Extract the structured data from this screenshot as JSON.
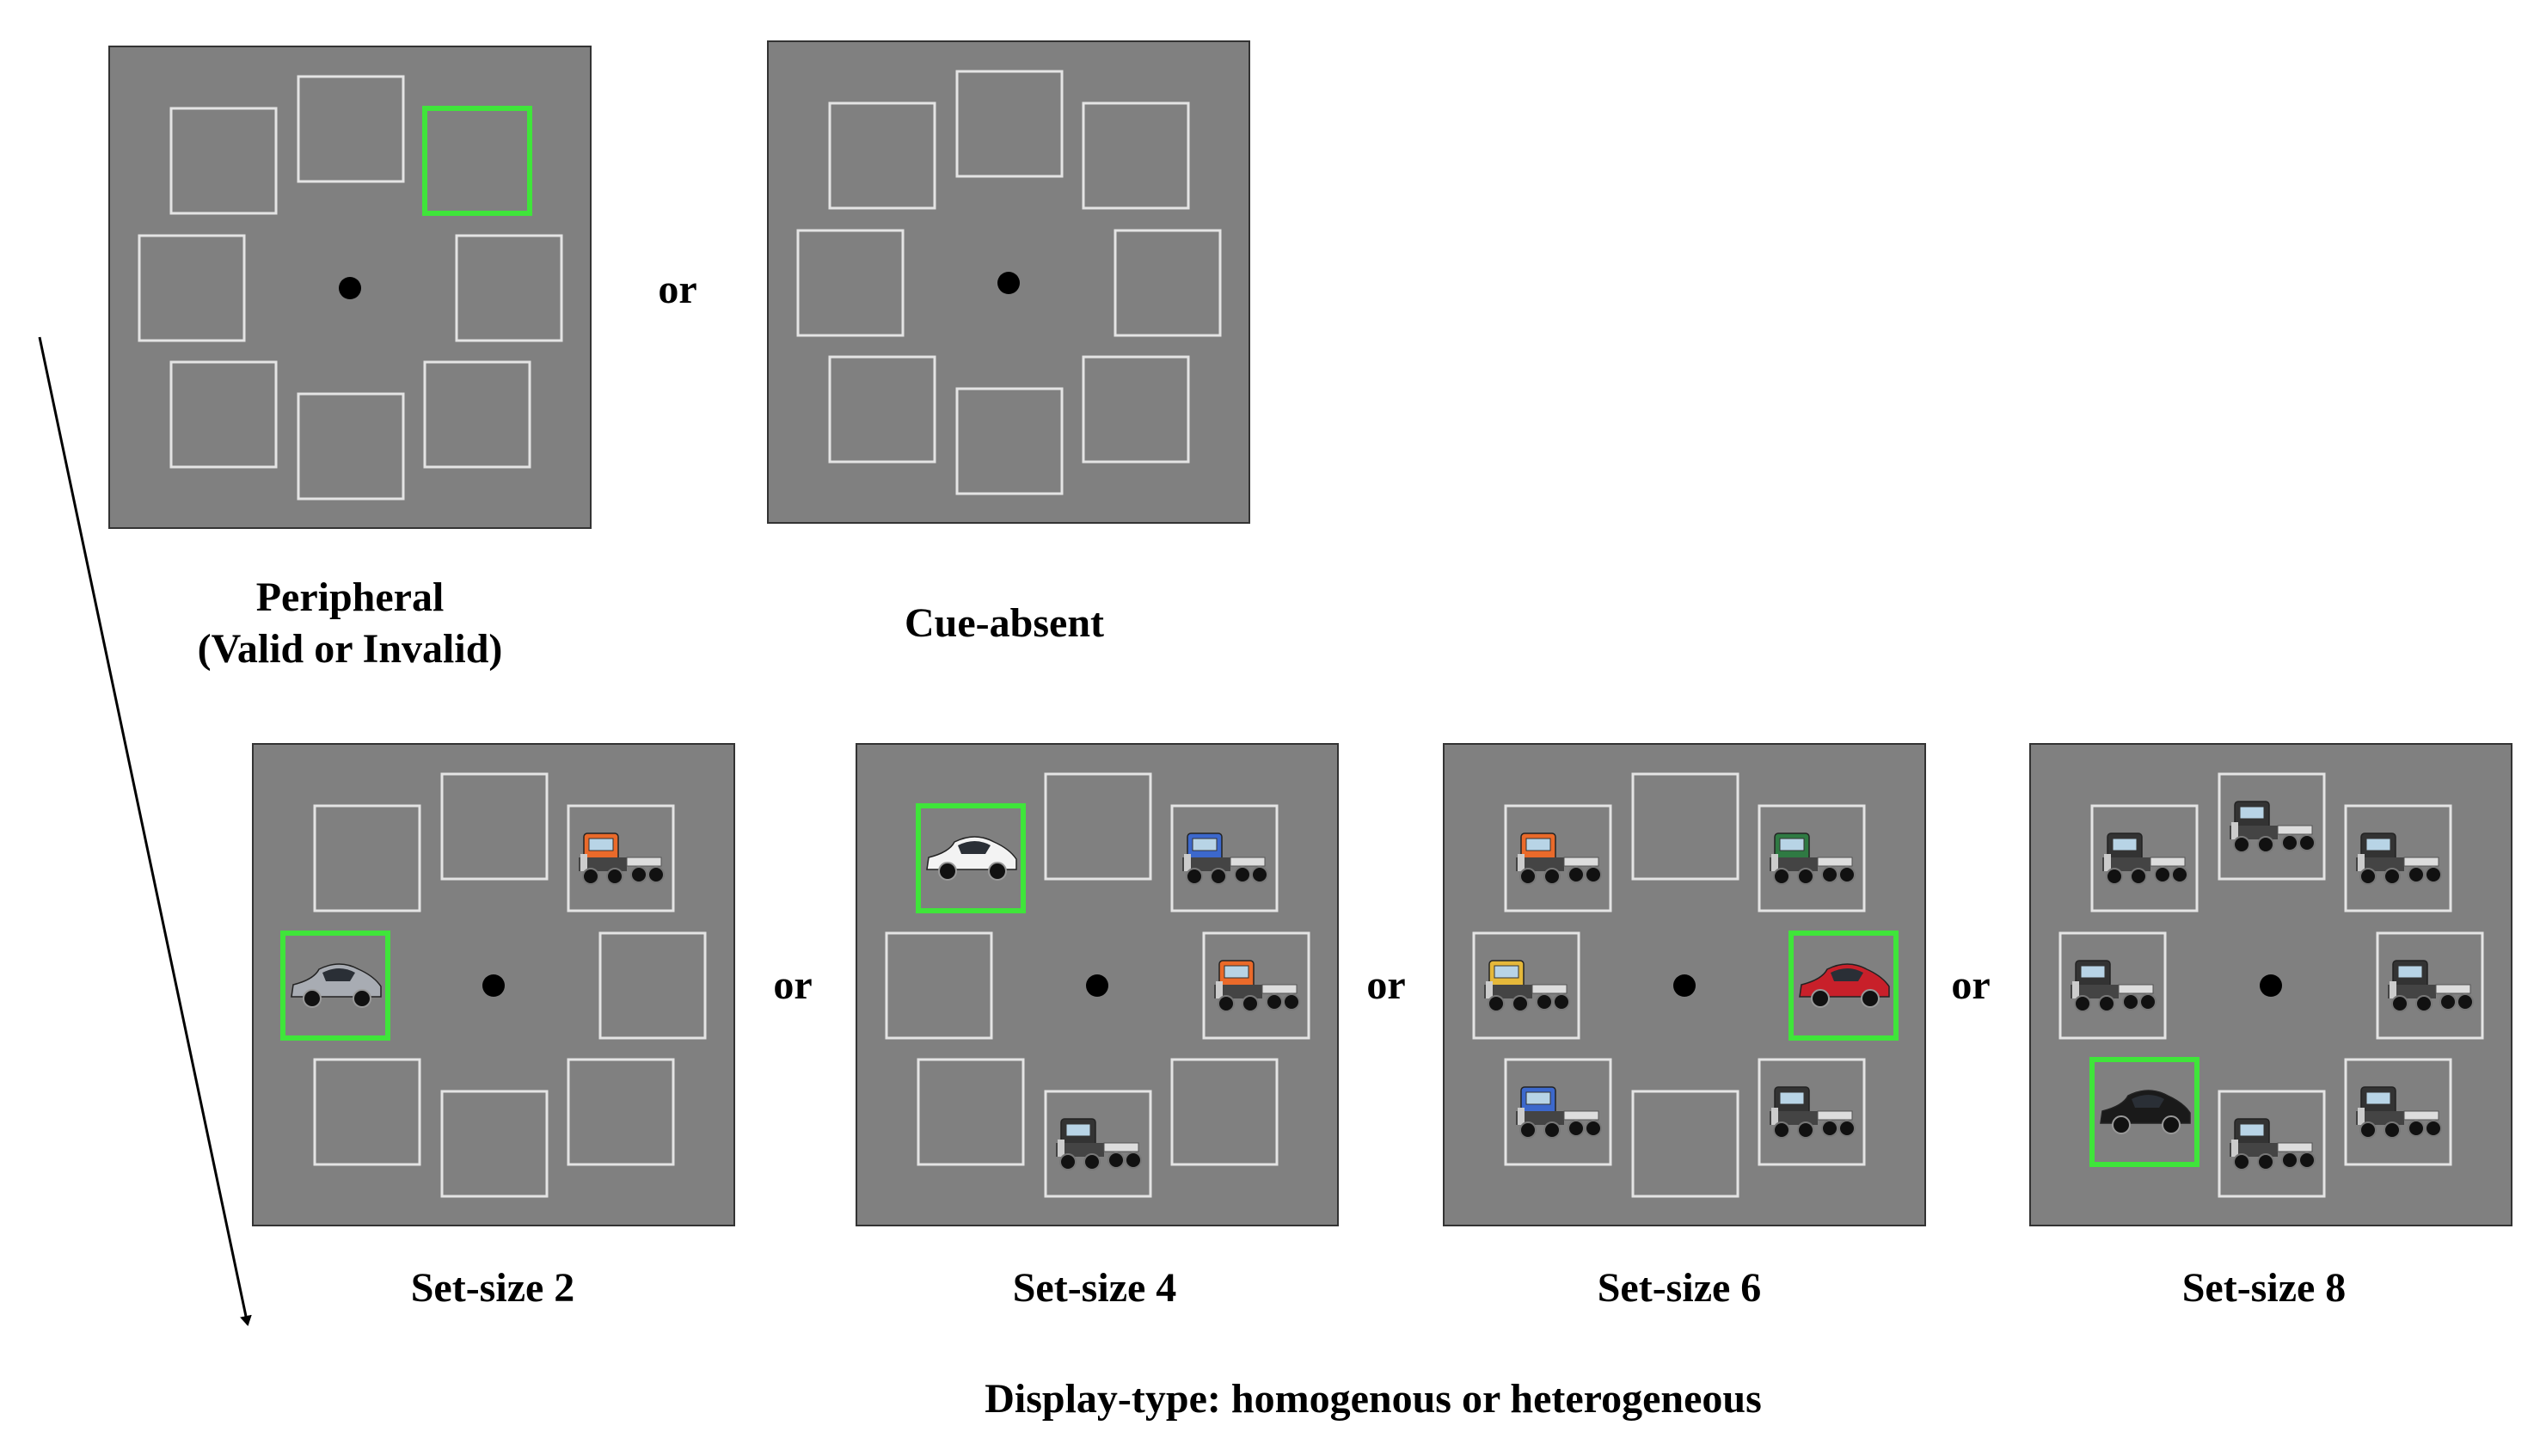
{
  "cue_displays": [
    {
      "caption_line1": "Peripheral",
      "caption_line2": "(Valid or Invalid)",
      "highlight": 2,
      "items": {}
    },
    {
      "caption_line1": "",
      "caption_line2": "Cue-absent",
      "highlight": -1,
      "items": {}
    }
  ],
  "search_displays": [
    {
      "caption": "Set-size 2",
      "highlight": 7,
      "items": {
        "2": "truck-orange",
        "7": "car-silver"
      }
    },
    {
      "caption": "Set-size 4",
      "highlight": 0,
      "items": {
        "0": "car-white",
        "2": "truck-blue",
        "3": "truck-orange",
        "5": "truck-black"
      }
    },
    {
      "caption": "Set-size 6",
      "highlight": 3,
      "items": {
        "0": "truck-orange",
        "2": "truck-green",
        "3": "car-red",
        "4": "truck-black",
        "6": "truck-blue",
        "7": "truck-yellow"
      }
    },
    {
      "caption": "Set-size 8",
      "highlight": 6,
      "items": {
        "0": "truck-black",
        "1": "truck-black",
        "2": "truck-black",
        "3": "truck-black",
        "4": "truck-black",
        "5": "truck-black",
        "6": "car-black",
        "7": "truck-black"
      }
    }
  ],
  "or_label": "or",
  "footer": "Display-type: homogenous or heterogeneous",
  "colors": {
    "panel": "#808080",
    "box": "#e4e4e4",
    "cue": "#3fe53a",
    "fixation": "#000000",
    "truck_orange": "#ea6a2a",
    "truck_blue": "#3c68cc",
    "truck_green": "#2f7a43",
    "truck_yellow": "#e5b83a",
    "truck_black": "#333333",
    "car_silver": "#a8acb3",
    "car_white": "#f3f3f3",
    "car_red": "#c8202a",
    "car_black": "#1a1a1a"
  }
}
